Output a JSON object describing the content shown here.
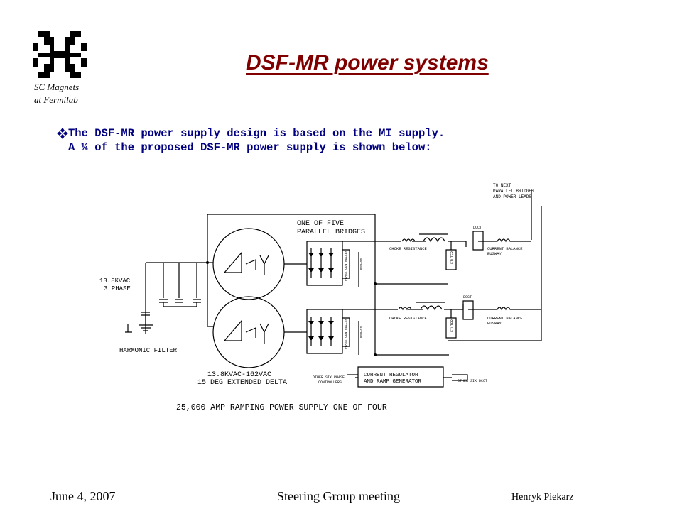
{
  "header": {
    "title": "DSF-MR power systems",
    "lab_caption_line1": "SC Magnets",
    "lab_caption_line2": "at Fermilab"
  },
  "bullet": {
    "icon": "diamond-bullet-icon",
    "line1": "The DSF-MR power supply design is based on the MI supply.",
    "line2": "A ¼ of the proposed DSF-MR power supply is shown below:"
  },
  "schematic": {
    "to_next_1": "TO NEXT",
    "to_next_2": "PARALLEL BRIDGES",
    "to_next_3": "AND POWER LEADS",
    "one_of_five": "ONE OF FIVE",
    "parallel_bridges": "PARALLEL BRIDGES",
    "input_kvac": "13.8KVAC",
    "input_phase": "3 PHASE",
    "harmonic_filter": "HARMONIC FILTER",
    "choke_resistance": "CHOKE RESISTANCE",
    "current_balance": "CURRENT BALANCE",
    "busway": "BUSWAY",
    "filter": "FILTER",
    "dcct": "DCCT",
    "phase_controller": "PHASE CONTROLLER",
    "bypass": "BYPASS",
    "transformer_1": "13.8KVAC-162VAC",
    "transformer_2": "15 DEG EXTENDED DELTA",
    "regulator_1": "CURRENT REGULATOR",
    "regulator_2": "AND RAMP GENERATOR",
    "other_phase_1": "OTHER SIX PHASE",
    "other_phase_2": "CONTROLLERS",
    "other_dcct": "OTHER SIX DCCT",
    "caption": "25,000 AMP RAMPING POWER SUPPLY ONE OF FOUR"
  },
  "footer": {
    "date": "June 4, 2007",
    "meeting": "Steering Group meeting",
    "author": "Henryk Piekarz"
  },
  "colors": {
    "title": "#800000",
    "bullet_text": "#000080",
    "logo": "#000000"
  }
}
